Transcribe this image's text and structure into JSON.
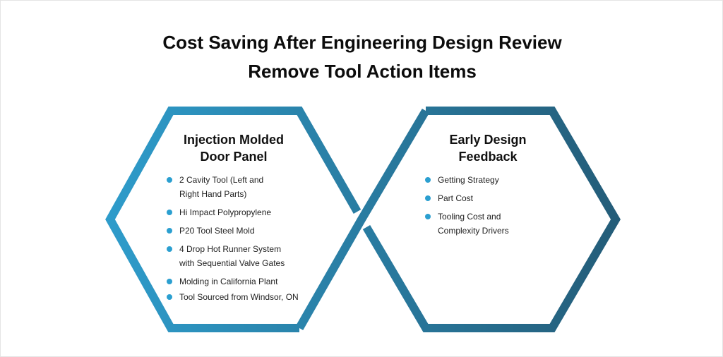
{
  "title": {
    "line1": "Cost Saving After Engineering Design Review",
    "line2": "Remove Tool Action Items"
  },
  "left_hexagon": {
    "heading_line1": "Injection Molded",
    "heading_line2": "Door Panel",
    "items": [
      "2 Cavity Tool (Left and Right Hand Parts)",
      "Hi Impact Polypropylene",
      "P20 Tool Steel Mold",
      "4 Drop Hot Runner System with Sequential Valve Gates",
      "Molding in California Plant",
      "Tool Sourced from Windsor, ON"
    ]
  },
  "right_hexagon": {
    "heading_line1": "Early Design",
    "heading_line2": "Feedback",
    "items": [
      "Getting Strategy",
      "Part Cost",
      "Tooling Cost and Complexity Drivers"
    ]
  },
  "colors": {
    "gradient_start": "#2e9ccb",
    "gradient_end": "#245c78",
    "bullet": "#2b9fd0"
  }
}
